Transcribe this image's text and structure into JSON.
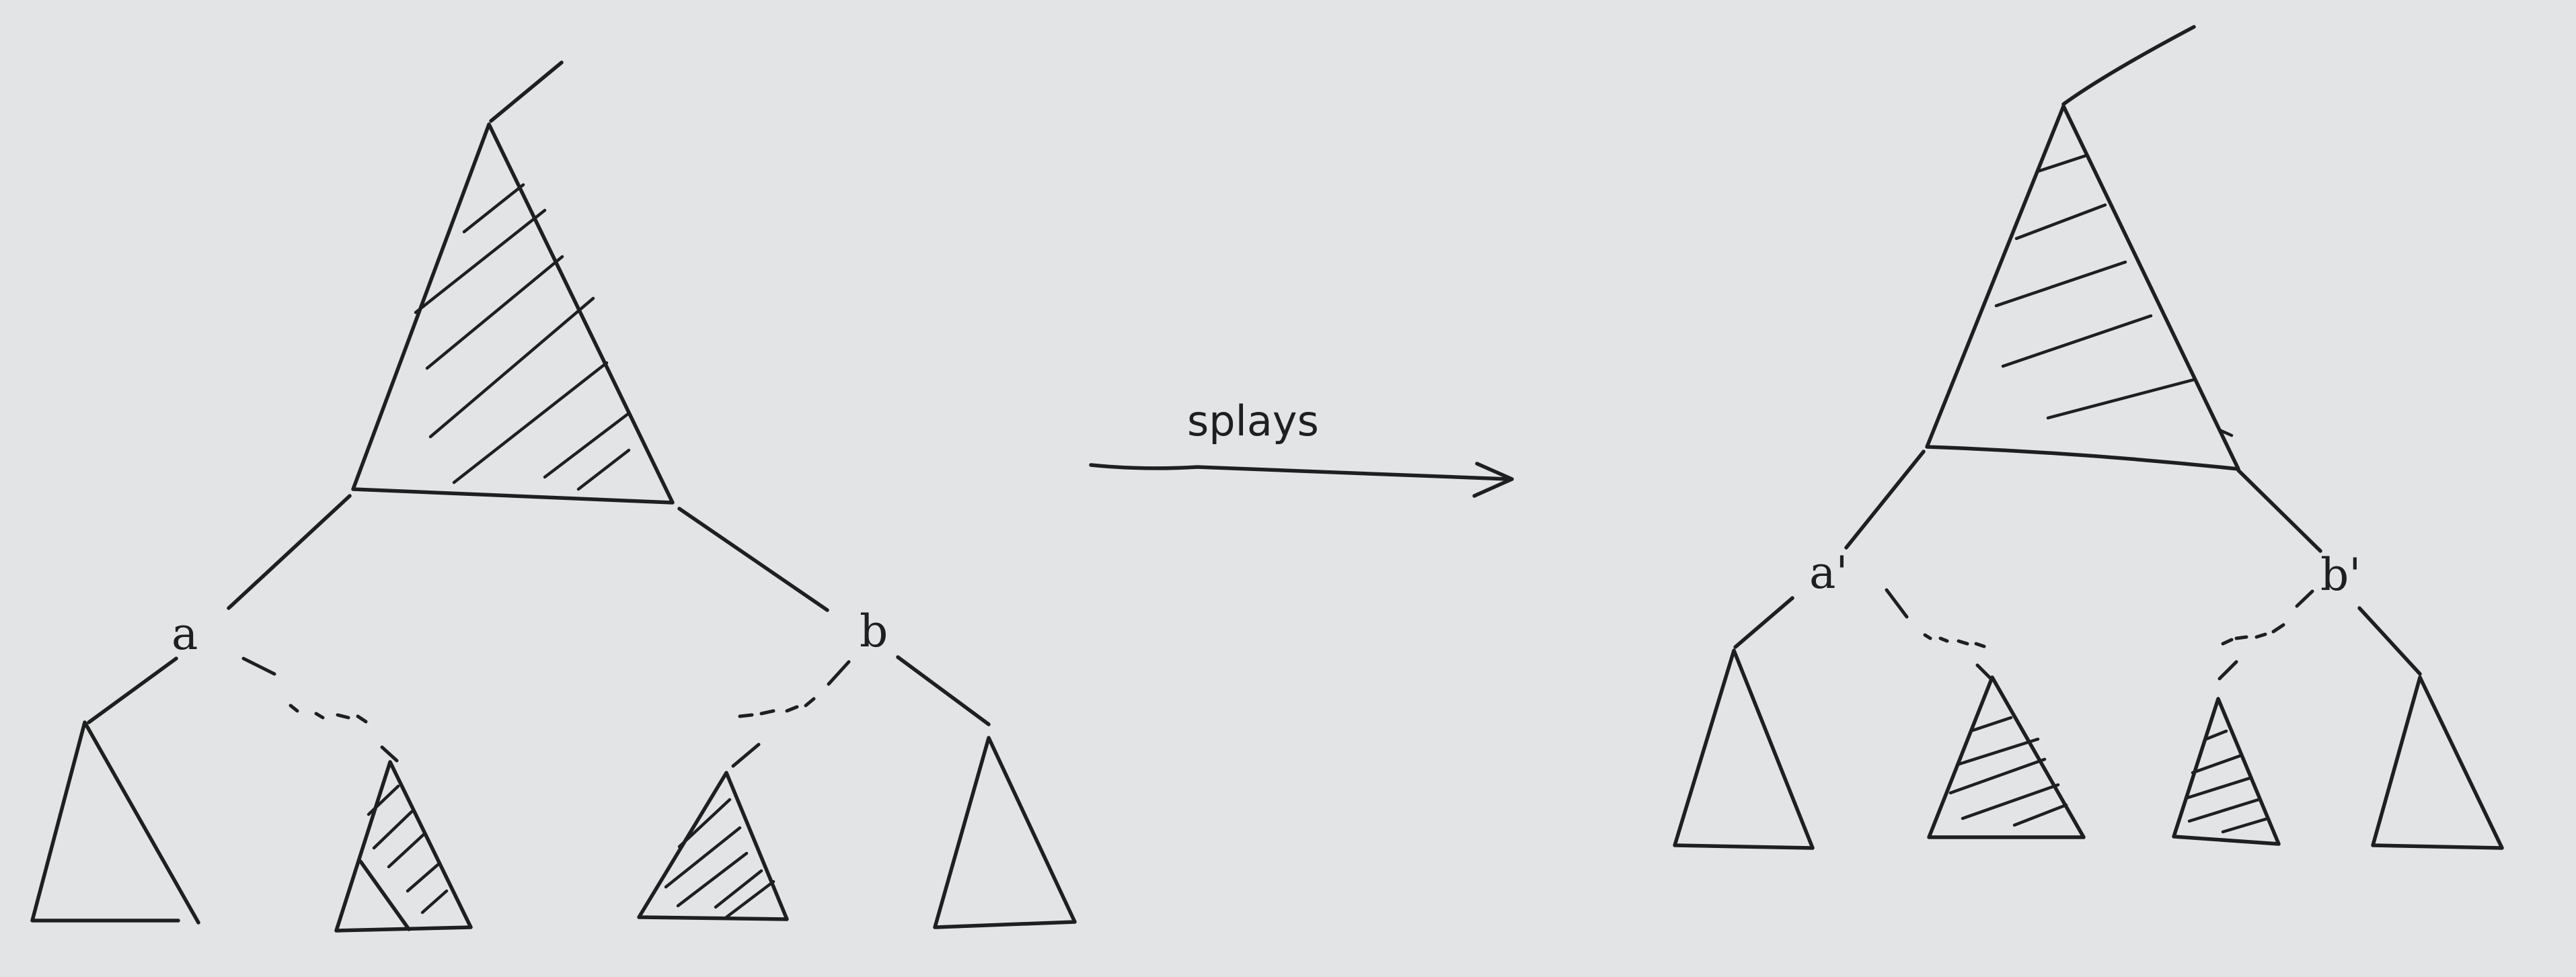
{
  "diagram": {
    "arrow_label": "splays",
    "before": {
      "left_node_label": "a",
      "right_node_label": "b"
    },
    "after": {
      "left_node_label": "a'",
      "right_node_label": "b'"
    }
  },
  "colors": {
    "paper": "#e3e4e6",
    "ink": "#1f1f1f"
  }
}
